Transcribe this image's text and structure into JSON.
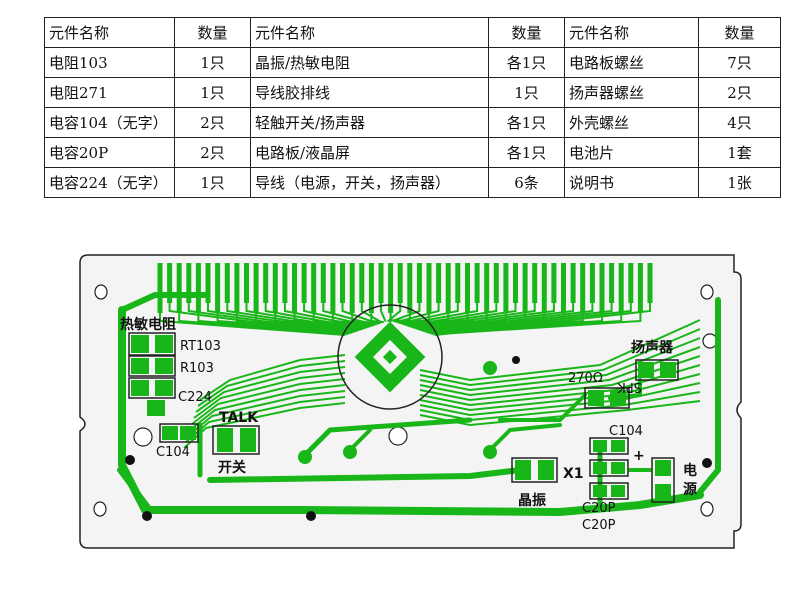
{
  "table": {
    "headers": {
      "name": "元件名称",
      "qty": "数量"
    },
    "rows": [
      [
        {
          "name": "电阻103",
          "qty": "1只"
        },
        {
          "name": "晶振/热敏电阻",
          "qty": "各1只"
        },
        {
          "name": "电路板螺丝",
          "qty": "7只"
        }
      ],
      [
        {
          "name": "电阻271",
          "qty": "1只"
        },
        {
          "name": "导线胶排线",
          "qty": "1只"
        },
        {
          "name": "扬声器螺丝",
          "qty": "2只"
        }
      ],
      [
        {
          "name": "电容104（无字）",
          "qty": "2只"
        },
        {
          "name": "轻触开关/扬声器",
          "qty": "各1只"
        },
        {
          "name": "外壳螺丝",
          "qty": "4只"
        }
      ],
      [
        {
          "name": "电容20P",
          "qty": "2只"
        },
        {
          "name": "电路板/液晶屏",
          "qty": "各1只"
        },
        {
          "name": "电池片",
          "qty": "1套"
        }
      ],
      [
        {
          "name": "电容224（无字）",
          "qty": "1只"
        },
        {
          "name": "导线（电源，开关，扬声器）",
          "qty": "6条"
        },
        {
          "name": "说明书",
          "qty": "1张"
        }
      ]
    ]
  },
  "pcb": {
    "labels": {
      "thermistor": "热敏电阻",
      "rt": "RT103",
      "r": "R103",
      "c224": "C224",
      "talk": "TALK",
      "c104_left": "C104",
      "switch": "开关",
      "r270": "270Ω",
      "speaker": "扬声器",
      "spk": "SPK",
      "c104_right": "C104",
      "plus": "+",
      "x1": "X1",
      "crystal": "晶振",
      "c20p_1": "C20P",
      "c20p_2": "C20P",
      "power_1": "电",
      "power_2": "源"
    },
    "colors": {
      "copper": "#19b619",
      "board": "#f4f4f4",
      "outline": "#222222",
      "silk": "#111111"
    }
  }
}
